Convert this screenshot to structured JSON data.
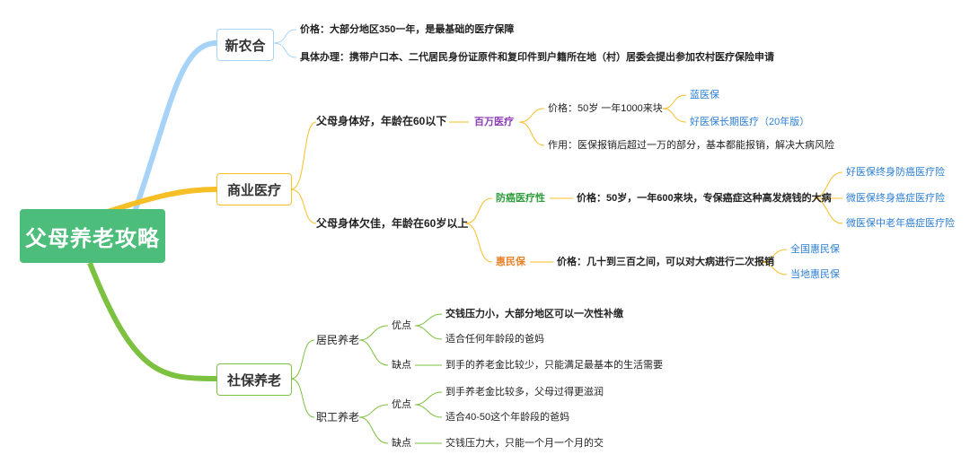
{
  "root": "父母养老攻略",
  "branches": {
    "xnh": {
      "title": "新农合",
      "price": "价格：大部分地区350一年，是最基础的医疗保障",
      "process": "具体办理：携带户口本、二代居民身份证原件和复印件到户籍所在地（村）居委会提出参加农村医疗保险申请"
    },
    "syyl": {
      "title": "商业医疗",
      "good": {
        "label": "父母身体好，年龄在60以下",
        "product": "百万医疗",
        "price": "价格：50岁 一年1000来块",
        "examples": [
          "蓝医保",
          "好医保长期医疗（20年版）"
        ],
        "use": "作用：医保报销后超过一万的部分，基本都能报销，解决大病风险"
      },
      "poor": {
        "label": "父母身体欠佳，年龄在60岁以上",
        "cancer": {
          "product": "防癌医疗性",
          "price": "价格：50岁，一年600来块，专保癌症这种高发烧钱的大病",
          "examples": [
            "好医保终身防癌医疗险",
            "微医保终身癌症医疗险",
            "微医保中老年癌症医疗险"
          ]
        },
        "hmb": {
          "product": "惠民保",
          "price": "价格：几十到三百之间，可以对大病进行二次报销",
          "examples": [
            "全国惠民保",
            "当地惠民保"
          ]
        }
      }
    },
    "sbyl": {
      "title": "社保养老",
      "resident": {
        "label": "居民养老",
        "pros_label": "优点",
        "pros": [
          "交钱压力小，大部分地区可以一次性补缴",
          "适合任何年龄段的爸妈"
        ],
        "cons_label": "缺点",
        "cons": "到手的养老金比较少，只能满足最基本的生活需要"
      },
      "worker": {
        "label": "职工养老",
        "pros_label": "优点",
        "pros": [
          "到手养老金比较多，父母过得更滋润",
          "适合40-50这个年龄段的爸妈"
        ],
        "cons_label": "缺点",
        "cons": "交钱压力大，只能一个月一个月的交"
      }
    }
  },
  "colors": {
    "root": "#4dbd7c",
    "branch_xnh": "#a6d3f7",
    "branch_syyl": "#f6bf26",
    "branch_sbyl": "#7cc13f",
    "leaf_blue": "#2d7fd3",
    "purple": "#8e3fb5",
    "green": "#2f9e3c",
    "orange": "#e8832a"
  }
}
